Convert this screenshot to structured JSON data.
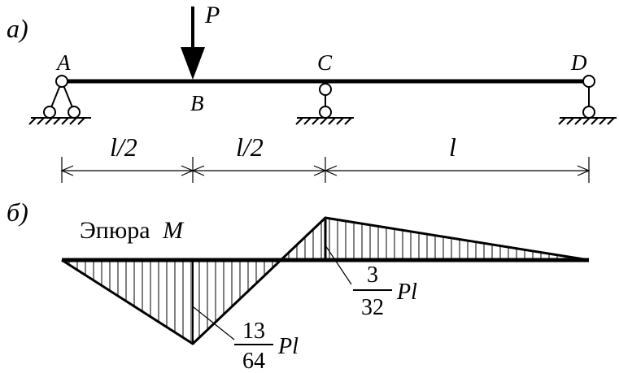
{
  "part_labels": {
    "a": "а)",
    "b": "б)"
  },
  "load": {
    "symbol": "P"
  },
  "points": {
    "A": "A",
    "B": "B",
    "C": "C",
    "D": "D"
  },
  "spans": {
    "ab": "l/2",
    "bc": "l/2",
    "cd": "l"
  },
  "diagram": {
    "title_word": "Эпюра",
    "title_symbol": "M"
  },
  "moments": {
    "at_B": {
      "numerator": "13",
      "denominator": "64",
      "factor": "Pl",
      "value_fraction": -0.203125
    },
    "at_C": {
      "numerator": "3",
      "denominator": "32",
      "factor": "Pl",
      "value_fraction": 0.09375
    }
  },
  "colors": {
    "ink": "#000000",
    "background": "#ffffff"
  }
}
